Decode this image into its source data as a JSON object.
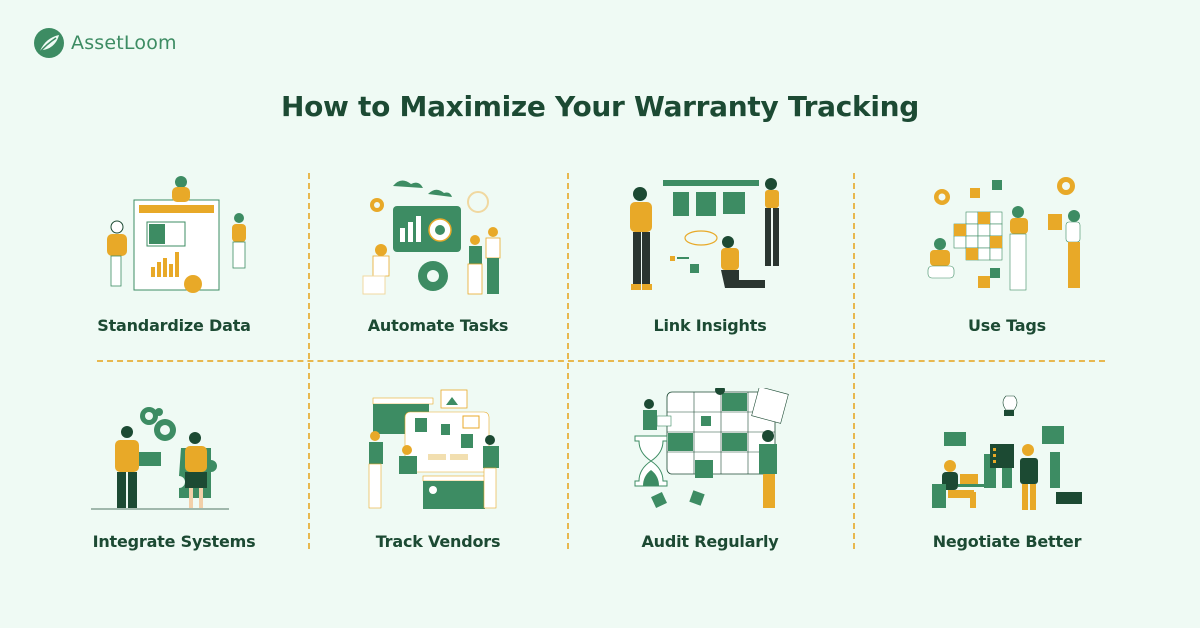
{
  "brand": {
    "name": "AssetLoom",
    "icon": "leaf-logo-icon",
    "color": "#3d8c63"
  },
  "title": "How to Maximize Your Warranty Tracking",
  "colors": {
    "background": "#effaf4",
    "heading": "#1c4a33",
    "accent_green": "#3d8c63",
    "accent_yellow": "#e8a928",
    "divider": "#e8b84f"
  },
  "tips": [
    {
      "label": "Standardize Data",
      "illustration": "team-organizing-charts-illustration"
    },
    {
      "label": "Automate Tasks",
      "illustration": "gears-dashboard-automation-illustration"
    },
    {
      "label": "Link Insights",
      "illustration": "team-connecting-cards-illustration"
    },
    {
      "label": "Use Tags",
      "illustration": "grid-tiles-tagging-illustration"
    },
    {
      "label": "Integrate Systems",
      "illustration": "puzzle-gears-integration-illustration"
    },
    {
      "label": "Track Vendors",
      "illustration": "sticky-notes-board-illustration"
    },
    {
      "label": "Audit Regularly",
      "illustration": "calendar-hourglass-audit-illustration"
    },
    {
      "label": "Negotiate Better",
      "illustration": "meeting-bar-chart-illustration"
    }
  ]
}
